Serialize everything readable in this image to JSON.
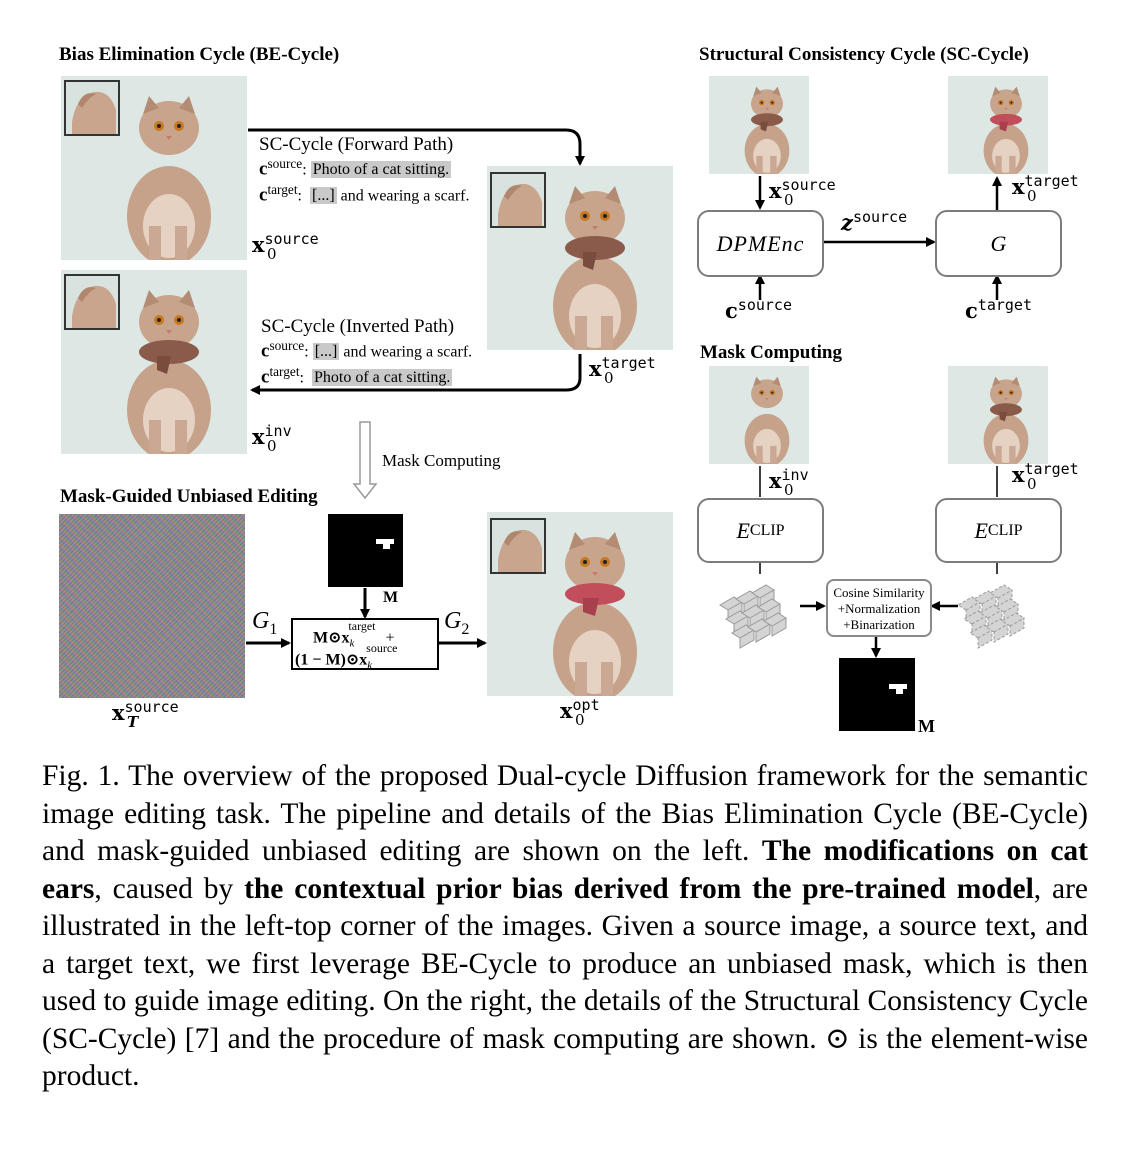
{
  "figure": {
    "be_cycle_title": "Bias Elimination Cycle (BE-Cycle)",
    "sc_cycle_title": "Structural Consistency Cycle (SC-Cycle)",
    "mask_computing_title": "Mask Computing",
    "mask_guided_title": "Mask-Guided Unbiased Editing",
    "forward_path": "SC-Cycle (Forward Path)",
    "inverted_path": "SC-Cycle (Inverted Path)",
    "c_source_sym": "c",
    "c_source_sup": "source",
    "c_target_sup": "target",
    "text_source": "Photo of a cat sitting.",
    "text_target_bracket": "[...]",
    "text_target_rest": "and wearing a scarf.",
    "x_sym": "x",
    "zero": "0",
    "sup_source": "source",
    "sup_target": "target",
    "sup_inv": "inv",
    "sup_opt": "opt",
    "sub_T": "T",
    "mask_computing_arrow": "Mask Computing",
    "dpmenc": "DPMEnc",
    "G": "G",
    "z_sym": "z",
    "eclip": "E",
    "eclip_sub": "CLIP",
    "M": "M",
    "G1": "G",
    "G1_sub": "1",
    "G2": "G",
    "G2_sub": "2",
    "formula_line1": "M⊙x",
    "formula_k": "k",
    "formula_line2": "(1 − M)⊙x",
    "plus": "+",
    "cos_line1": "Cosine Similarity",
    "cos_line2": "+Normalization",
    "cos_line3": "+Binarization"
  },
  "caption": {
    "part1": "Fig. 1.  The overview of the proposed Dual-cycle Diffusion framework for the semantic image editing task. The pipeline and details of the Bias Elimination Cycle (BE-Cycle) and mask-guided unbiased editing are shown on the left. ",
    "bold1": "The modifications on cat ears",
    "part2": ", caused by ",
    "bold2": "the contextual prior bias derived from the pre-trained model",
    "part3": ", are illustrated in the left-top corner of the images. Given a source image, a source text, and a target text, we first leverage BE-Cycle to produce an unbiased mask, which is then used to guide image editing. On the right, the details of the Structural Consistency Cycle (SC-Cycle) [7] and the procedure of mask computing are shown. ⊙ is the element-wise product."
  }
}
